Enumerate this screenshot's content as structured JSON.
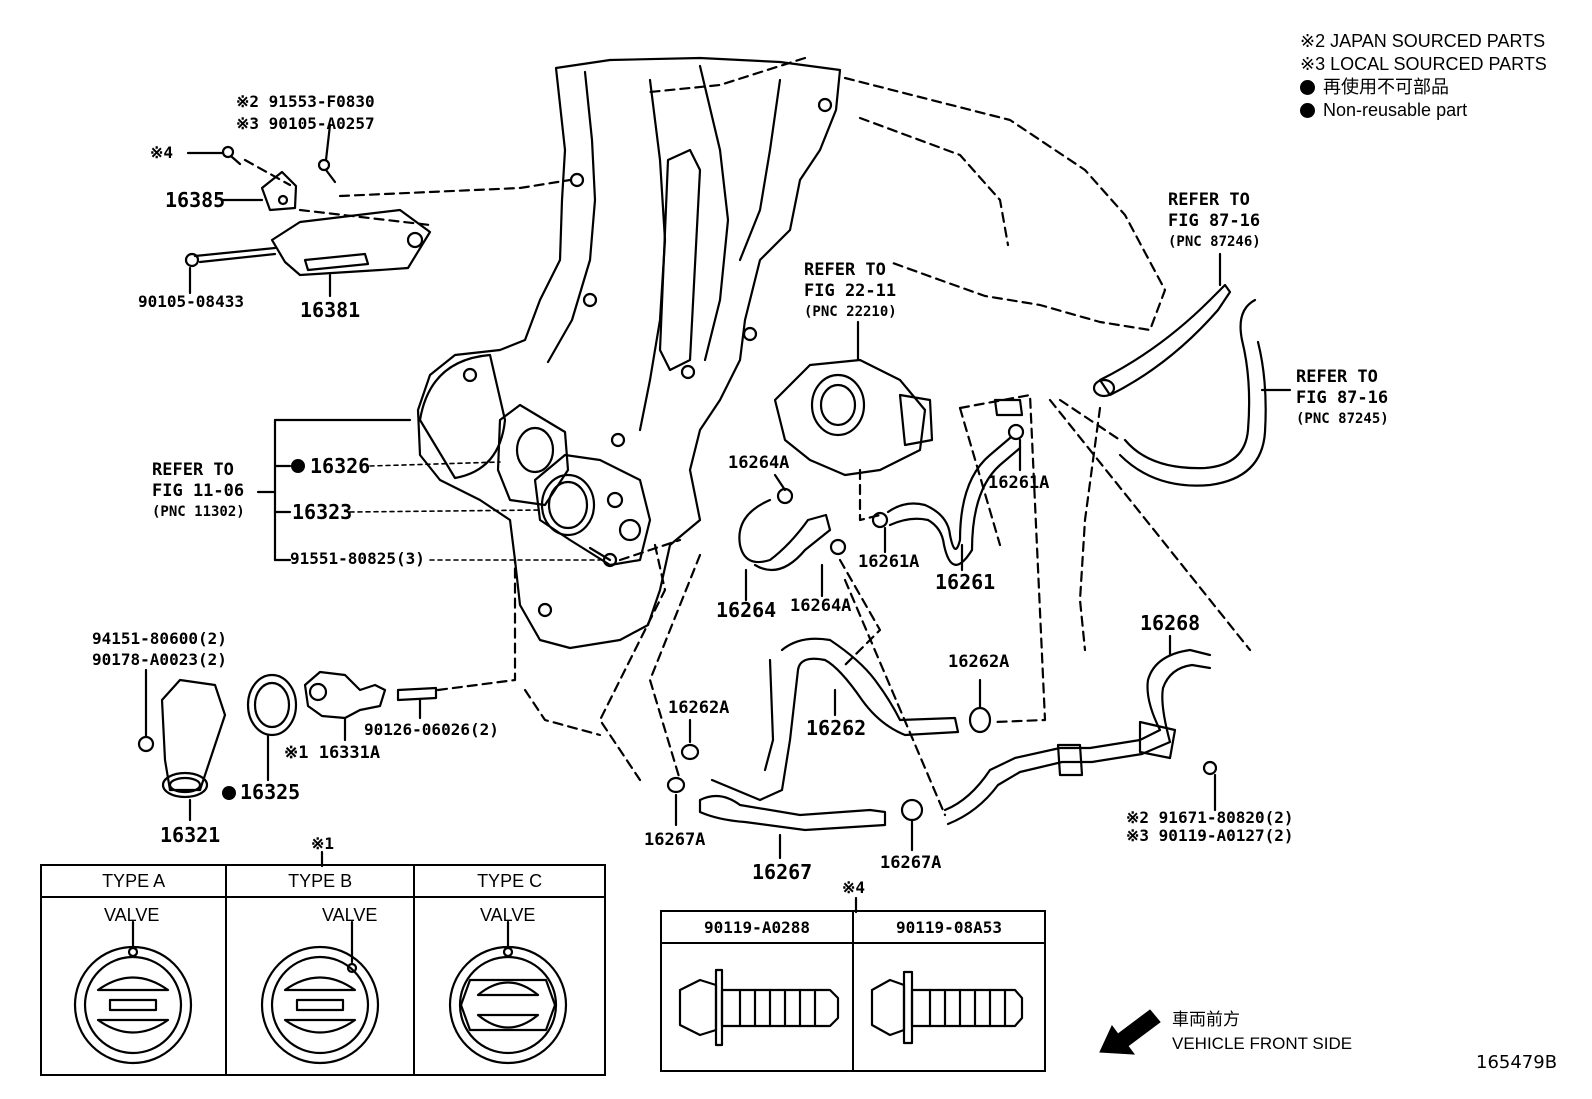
{
  "legend": {
    "japan_sourced": "※2 JAPAN SOURCED PARTS",
    "local_sourced": "※3 LOCAL SOURCED PARTS",
    "non_reusable_jp": "再使用不可部品",
    "non_reusable_en": "Non-reusable part"
  },
  "refs": {
    "fig_87_16_a": {
      "line1": "REFER TO",
      "line2": "FIG 87-16",
      "pnc": "(PNC 87246)"
    },
    "fig_87_16_b": {
      "line1": "REFER TO",
      "line2": "FIG 87-16",
      "pnc": "(PNC 87245)"
    },
    "fig_22_11": {
      "line1": "REFER TO",
      "line2": "FIG 22-11",
      "pnc": "(PNC 22210)"
    },
    "fig_11_06": {
      "line1": "REFER TO",
      "line2": "FIG 11-06",
      "pnc": "(PNC 11302)"
    }
  },
  "parts": {
    "p91553": "※2 91553-F0830",
    "p90105a": "※3 90105-A0257",
    "mark4": "※4",
    "p16385": "16385",
    "p90105b": "90105-08433",
    "p16381": "16381",
    "p16326": "16326",
    "p16323": "16323",
    "p91551": "91551-80825(3)",
    "p94151": "94151-80600(2)",
    "p90178": "90178-A0023(2)",
    "p90126": "90126-06026(2)",
    "p16331a": "※1 16331A",
    "p16325": "16325",
    "p16321": "16321",
    "p16264a_1": "16264A",
    "p16264": "16264",
    "p16264a_2": "16264A",
    "p16261a_1": "16261A",
    "p16261a_2": "16261A",
    "p16261": "16261",
    "p16268": "16268",
    "p16262a_1": "16262A",
    "p16262a_2": "16262A",
    "p16262": "16262",
    "p16267a_1": "16267A",
    "p16267": "16267",
    "p16267a_2": "16267A",
    "p91671": "※2 91671-80820(2)",
    "p90119": "※3 90119-A0127(2)"
  },
  "types_table": {
    "mark": "※1",
    "headers": [
      "TYPE A",
      "TYPE B",
      "TYPE C"
    ],
    "valve_label": "VALVE"
  },
  "bolts_table": {
    "mark": "※4",
    "headers": [
      "90119-A0288",
      "90119-08A53"
    ]
  },
  "front": {
    "jp": "車両前方",
    "en": "VEHICLE FRONT SIDE"
  },
  "figure_id": "165479B"
}
